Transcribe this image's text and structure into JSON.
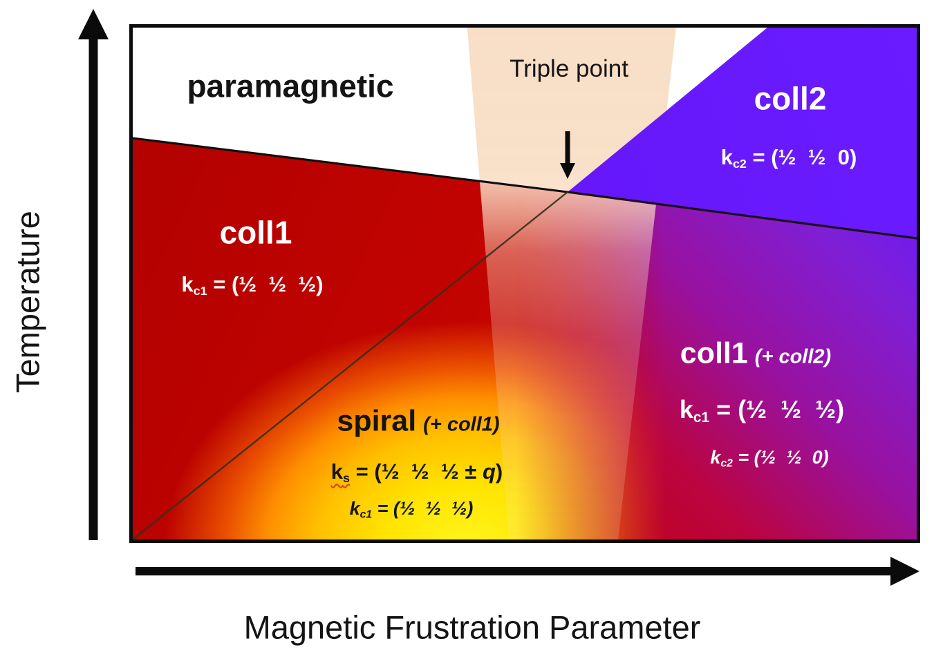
{
  "axes": {
    "x_label": "Magnetic Frustration Parameter",
    "y_label": "Temperature"
  },
  "regions": {
    "paramagnetic": {
      "label": "paramagnetic"
    },
    "triple_point": {
      "label": "Triple point"
    },
    "coll2": {
      "label": "coll2",
      "formula": {
        "k": "k",
        "sub": "c2",
        "rest": " = (½  ½  0)"
      }
    },
    "coll1": {
      "label": "coll1",
      "formula": {
        "k": "k",
        "sub": "c1",
        "rest": " = (½  ½  ½)"
      }
    },
    "spiral": {
      "label": "spiral",
      "label_suffix": "(+ coll1)",
      "formula_ks": {
        "k": "k",
        "sub": "s",
        "rest": " = (½  ½  ½ ± ",
        "q": "q",
        "close": ")"
      },
      "formula_kc1": {
        "k": "k",
        "sub": "c1",
        "rest": " = (½  ½  ½)"
      }
    },
    "coll1_coll2": {
      "label": "coll1",
      "label_suffix": "(+ coll2)",
      "formula_kc1": {
        "k": "k",
        "sub": "c1",
        "rest": " = (½  ½  ½)"
      },
      "formula_kc2": {
        "k": "k",
        "sub": "c2",
        "rest": " = (½  ½  0)"
      }
    }
  },
  "colors": {
    "coll1_red": "#c10300",
    "spiral_yellow": "#ffe800",
    "coll2_violet": "#6517fc",
    "right_purple": "#99119e",
    "right_red": "#c50008",
    "band_peach": "#f8dec6",
    "line_dark": "#140d08"
  }
}
